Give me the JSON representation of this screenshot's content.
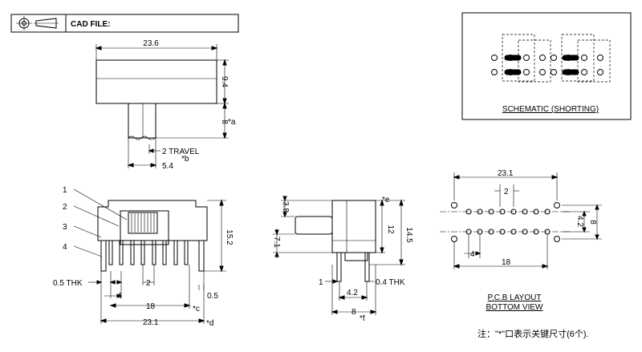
{
  "title_block": {
    "label": "CAD FILE:"
  },
  "schematic": {
    "title": "SCHEMATIC (SHORTING)"
  },
  "top_view": {
    "width": "23.6",
    "body_height": "9.4",
    "actuator_height": "8",
    "actuator_note": "*a",
    "travel": "2 TRAVEL",
    "actuator_width": "5.4",
    "travel_note": "*b"
  },
  "front_view": {
    "callouts": [
      "1",
      "2",
      "3",
      "4"
    ],
    "thickness": "0.5 THK",
    "pin_gap": "4",
    "pitch": "2",
    "terminal": "0.5",
    "span_inner": "18",
    "span_inner_note": "*c",
    "span_outer": "23.1",
    "span_outer_note": "*d",
    "height": "15.2"
  },
  "side_view": {
    "actuator": "3.8",
    "actuator_offset": "7.1",
    "body_height": "12",
    "total_height": "14.5",
    "total_note": "*e",
    "lead_width": "1",
    "lead_thickness": "0.4 THK",
    "lead_pitch": "4.2",
    "base_width": "8",
    "base_note": "*f"
  },
  "pcb": {
    "width": "23.1",
    "pitch": "2",
    "row_gap": "4.2",
    "height": "8",
    "mount_offset": "4",
    "mount_span": "18",
    "title_line1": "P.C.B LAYOUT",
    "title_line2": "BOTTOM VIEW"
  },
  "note": "注：\"*\"口表示关键尺寸(6个)."
}
